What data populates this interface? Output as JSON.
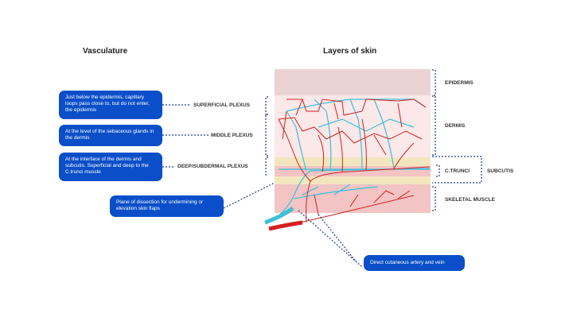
{
  "titles": {
    "vasculature": "Vasculature",
    "layers": "Layers of skin"
  },
  "descriptions": [
    "Just below the epidermis, capillary loops pass close to, but do not enter, the epidermis",
    "At the level of the sebaceous glands in the dermis",
    "At the interface of the dermis and subcutis. Superficial and deep to the C.trunci muscle",
    "Plane of dissection for undermining or elevation skin flaps",
    "Direct cutaneous artery and vein"
  ],
  "plexus_labels": [
    "SUPERFICIAL PLEXUS",
    "MIDDLE PLEXUS",
    "DEEP/SUBDERMAL PLEXUS"
  ],
  "layer_labels": {
    "epidermis": "EPIDERMIS",
    "dermis": "DERMIS",
    "ctrunci": "C.TRUNCI",
    "subcutis": "SUBCUTIS",
    "muscle": "SKELETAL MUSCLE"
  },
  "colors": {
    "box": "#0a4fc9",
    "artery": "#e02020",
    "vein": "#3cc0d8",
    "bracket": "#1a3a8a",
    "epidermis": "#ecd3d3",
    "dermis": "#fbe8e8",
    "subcutis": "#f3e6bf",
    "muscle": "#f2c4c4"
  }
}
